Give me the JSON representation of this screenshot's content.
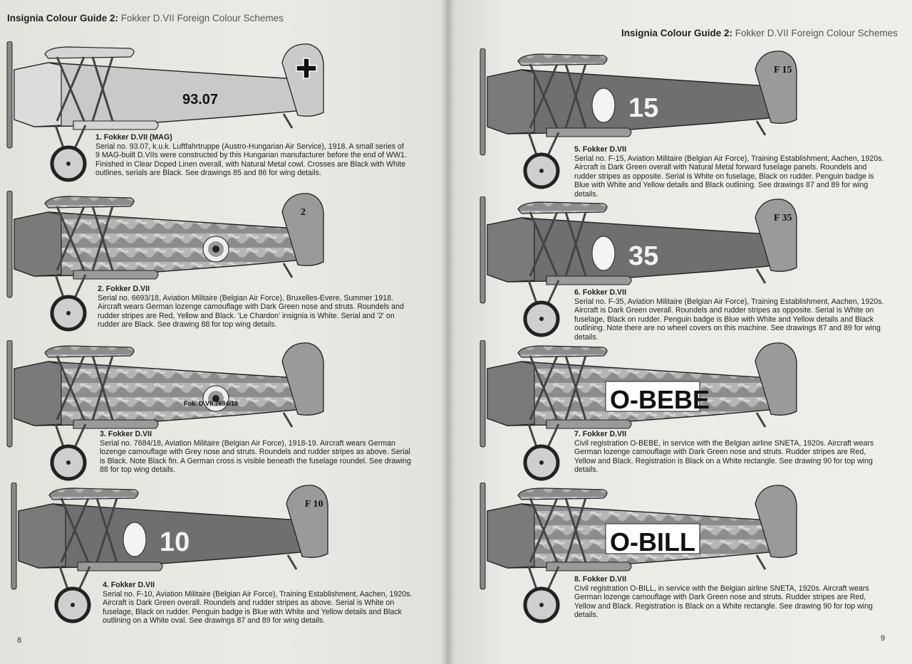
{
  "header_left": {
    "bold": "Insignia Colour Guide 2:",
    "rest": " Fokker D.VII Foreign Colour Schemes"
  },
  "header_right": {
    "bold": "Insignia Colour Guide 2:",
    "rest": " Fokker D.VII Foreign Colour Schemes"
  },
  "page_left": "8",
  "page_right": "9",
  "colors": {
    "dark_green": "#6f6f6f",
    "linen": "#c9c9c9",
    "lozenge_light": "#b9b9b9",
    "lozenge_dark": "#8a8a8a",
    "outline": "#222222"
  },
  "aircraft": [
    {
      "id": 1,
      "title": "1. Fokker D.VII (MAG)",
      "fuselage_text": "93.07",
      "rudder_text": "",
      "text": "Serial no. 93.07, k.u.k. Luftfahrtruppe (Austro-Hungarian Air Service), 1918. A small series of 9 MAG-built D.VIIs were constructed by this Hungarian manufacturer before the end of WW1. Finished in Clear Doped Linen overall, with Natural Metal cowl. Crosses are Black with White outlines, serials are Black. See drawings 85 and 86 for wing details."
    },
    {
      "id": 2,
      "title": "2. Fokker D.VII",
      "fuselage_text": "",
      "rudder_text": "2",
      "text": "Serial no. 6693/18, Aviation Militaire (Belgian Air Force), Bruxelles-Evere, Summer 1918. Aircraft wears German lozenge camouflage with Dark Green nose and struts. Roundels and rudder stripes are Red, Yellow and Black. 'Le Chardon' insignia is White. Serial and '2' on rudder are Black. See drawing 88 for top wing details."
    },
    {
      "id": 3,
      "title": "3. Fokker D.VII",
      "fuselage_text": "Fok. D.VII 7684/18",
      "rudder_text": "",
      "text": "Serial no. 7684/18, Aviation Militaire (Belgian Air Force), 1918-19. Aircraft wears German lozenge camouflage with Grey nose and struts. Roundels and rudder stripes as above. Serial is Black. Note Black fin. A German cross is visible beneath the fuselage roundel. See drawing 88 for top wing details."
    },
    {
      "id": 4,
      "title": "4. Fokker D.VII",
      "fuselage_text": "10",
      "rudder_text": "F 10",
      "text": "Serial no. F-10, Aviation Militaire (Belgian Air Force), Training Establishment, Aachen, 1920s. Aircraft is Dark Green overall. Roundels and rudder stripes as above. Serial is White on fuselage, Black on rudder. Penguin badge is Blue with White and Yellow details and Black outlining on a White oval. See drawings 87 and 89 for wing details."
    },
    {
      "id": 5,
      "title": "5. Fokker D.VII",
      "fuselage_text": "15",
      "rudder_text": "F 15",
      "text": "Serial no. F-15, Aviation Militaire (Belgian Air Force), Training Establishment, Aachen, 1920s. Aircraft is Dark Green overall with Natural Metal forward fuselage panels. Roundels and rudder stripes as opposite. Serial is White on fuselage, Black on rudder. Penguin badge is Blue with White and Yellow details and Black outlining. See drawings 87 and 89 for wing details."
    },
    {
      "id": 6,
      "title": "6. Fokker D.VII",
      "fuselage_text": "35",
      "rudder_text": "F 35",
      "text": "Serial no. F-35, Aviation Militaire (Belgian Air Force), Training Establishment, Aachen, 1920s. Aircraft is Dark Green overall. Roundels and rudder stripes as opposite. Serial is White on fuselage, Black on rudder. Penguin badge is Blue with White and Yellow details and Black outlining. Note there are no wheel covers on this machine. See drawings 87 and 89 for wing details."
    },
    {
      "id": 7,
      "title": "7. Fokker D.VII",
      "fuselage_text": "O-BEBE",
      "rudder_text": "",
      "text": "Civil registration O-BEBE, in service with the Belgian airline SNETA, 1920s. Aircraft wears German lozenge camouflage with Dark Green nose and struts. Rudder stripes are Red, Yellow and Black. Registration is Black on a White rectangle. See drawing 90 for top wing details."
    },
    {
      "id": 8,
      "title": "8. Fokker D.VII",
      "fuselage_text": "O-BILL",
      "rudder_text": "",
      "text": "Civil registration O-BILL, in service with the Belgian airline SNETA, 1920s. Aircraft wears German lozenge camouflage with Dark Green nose and struts. Rudder stripes are Red, Yellow and Black. Registration is Black on a White rectangle. See drawing 90 for top wing details."
    }
  ]
}
